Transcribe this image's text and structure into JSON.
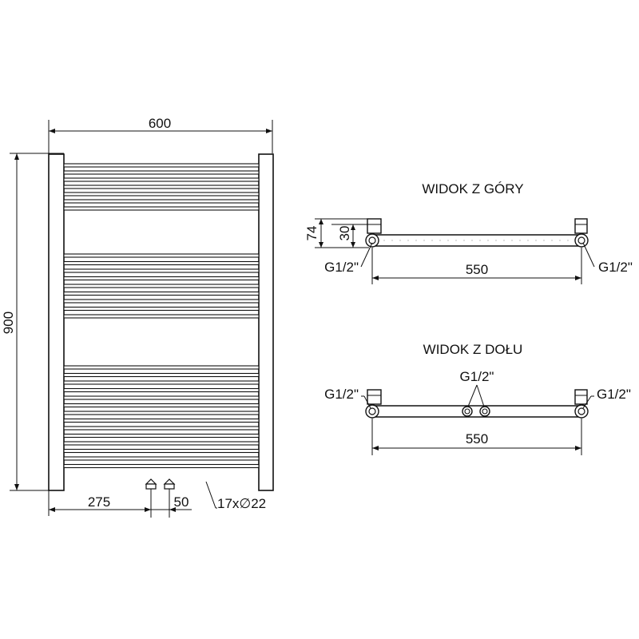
{
  "front_view": {
    "width_label": "600",
    "height_label": "900",
    "left_offset_label": "275",
    "spacing_label": "50",
    "tubes_label": "17x∅22"
  },
  "top_view": {
    "title": "WIDOK Z GÓRY",
    "depth_label": "74",
    "offset_label": "30",
    "left_conn_label": "G1/2\"",
    "right_conn_label": "G1/2\"",
    "span_label": "550"
  },
  "bottom_view": {
    "title": "WIDOK Z DOŁU",
    "left_conn_label": "G1/2\"",
    "right_conn_label": "G1/2\"",
    "center_conn_label": "G1/2\"",
    "span_label": "550"
  }
}
